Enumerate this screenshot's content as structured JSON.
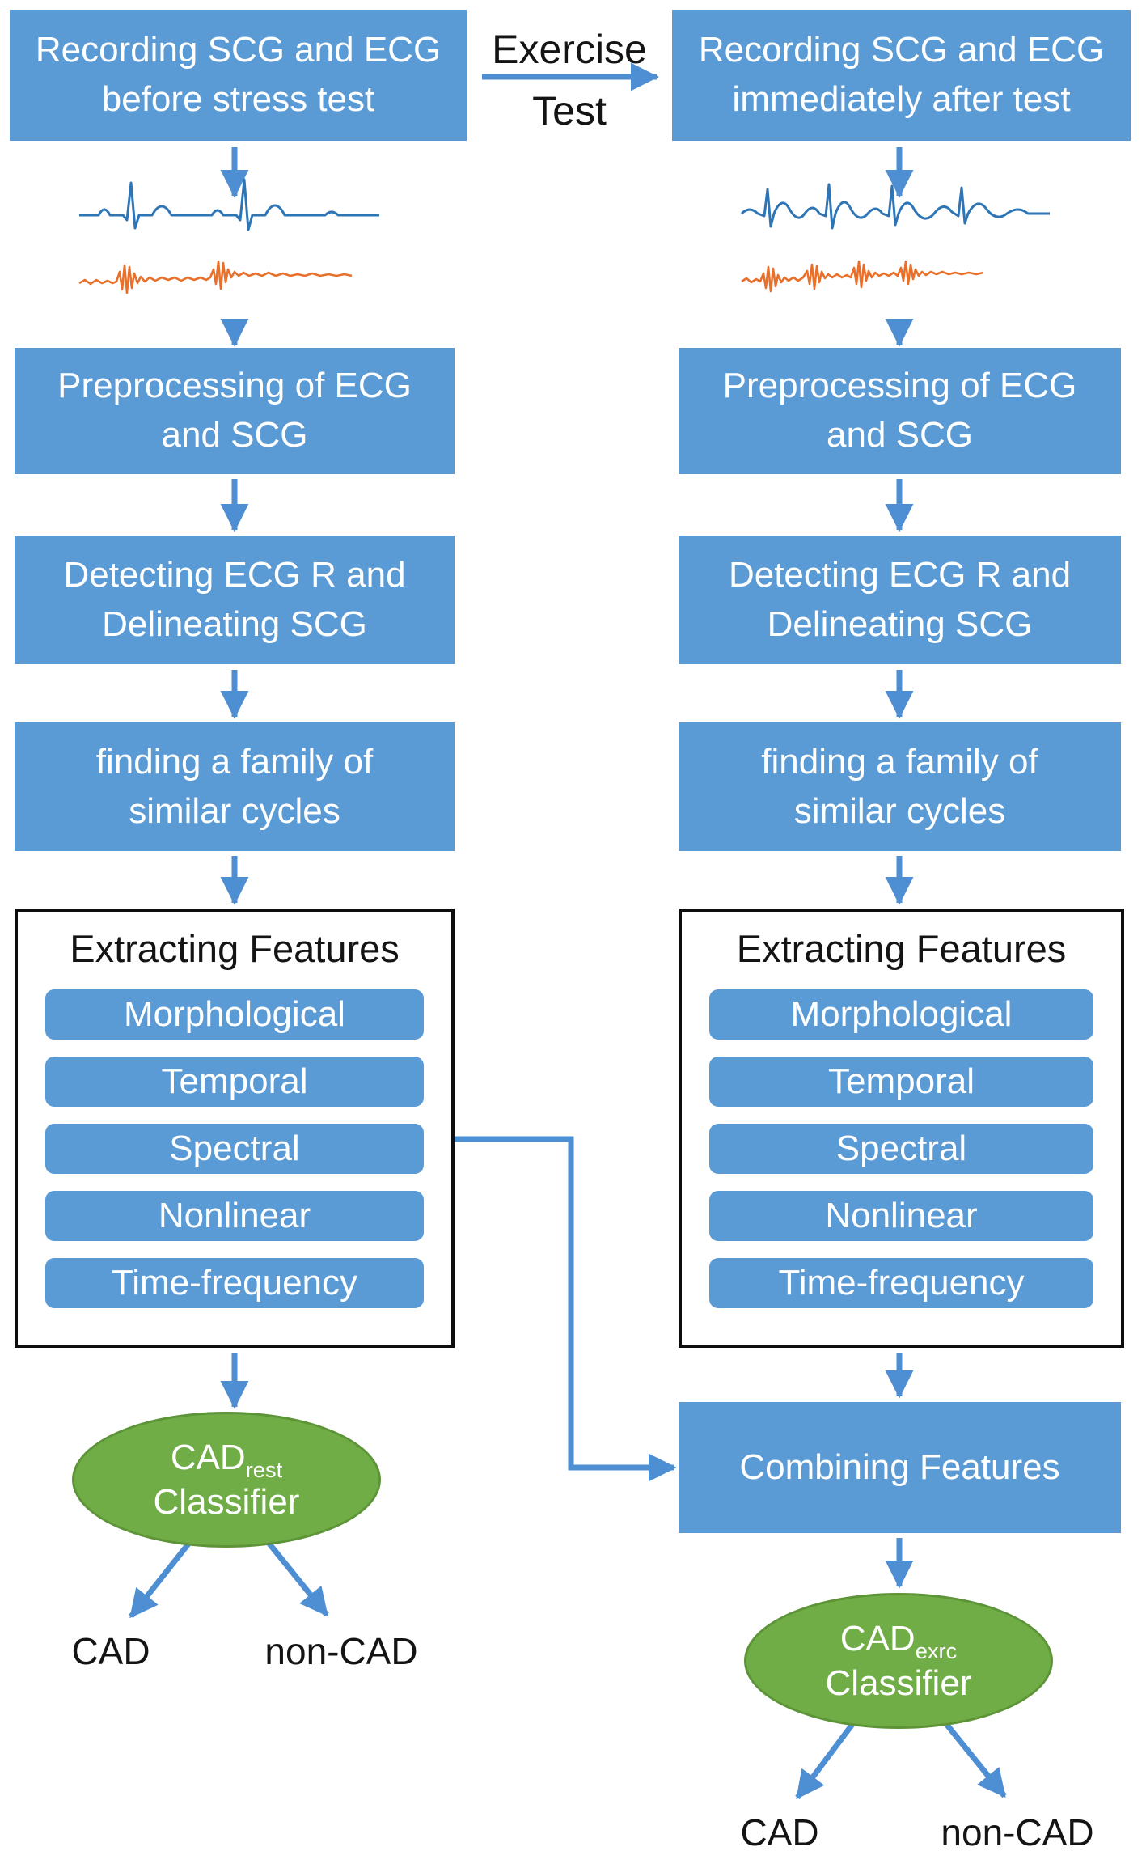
{
  "header": {
    "exercise_line1": "Exercise",
    "exercise_line2": "Test"
  },
  "colors": {
    "box_blue": "#5b9bd5",
    "arrow_blue": "#4e8ed2",
    "classifier_green": "#70ad47",
    "ecg_trace": "#2e75b6",
    "scg_trace": "#e8702a",
    "panel_border": "#0d0d0d"
  },
  "left": {
    "recording": "Recording SCG and ECG\nbefore stress test",
    "preprocessing": "Preprocessing of ECG\nand SCG",
    "detecting": "Detecting ECG R and\nDelineating SCG",
    "finding": "finding a family of\nsimilar cycles",
    "extracting_title": "Extracting Features",
    "features": [
      "Morphological",
      "Temporal",
      "Spectral",
      "Nonlinear",
      "Time-frequency"
    ],
    "classifier_prefix": "CAD",
    "classifier_subscript": "rest",
    "classifier_line2": "Classifier",
    "outcome_cad": "CAD",
    "outcome_noncad": "non-CAD"
  },
  "right": {
    "recording": "Recording SCG and ECG\nimmediately after test",
    "preprocessing": "Preprocessing of ECG\nand SCG",
    "detecting": "Detecting ECG R and\nDelineating SCG",
    "finding": "finding a family of\nsimilar cycles",
    "extracting_title": "Extracting Features",
    "features": [
      "Morphological",
      "Temporal",
      "Spectral",
      "Nonlinear",
      "Time-frequency"
    ],
    "combining": "Combining Features",
    "classifier_prefix": "CAD",
    "classifier_subscript": "exrc",
    "classifier_line2": "Classifier",
    "outcome_cad": "CAD",
    "outcome_noncad": "non-CAD"
  }
}
